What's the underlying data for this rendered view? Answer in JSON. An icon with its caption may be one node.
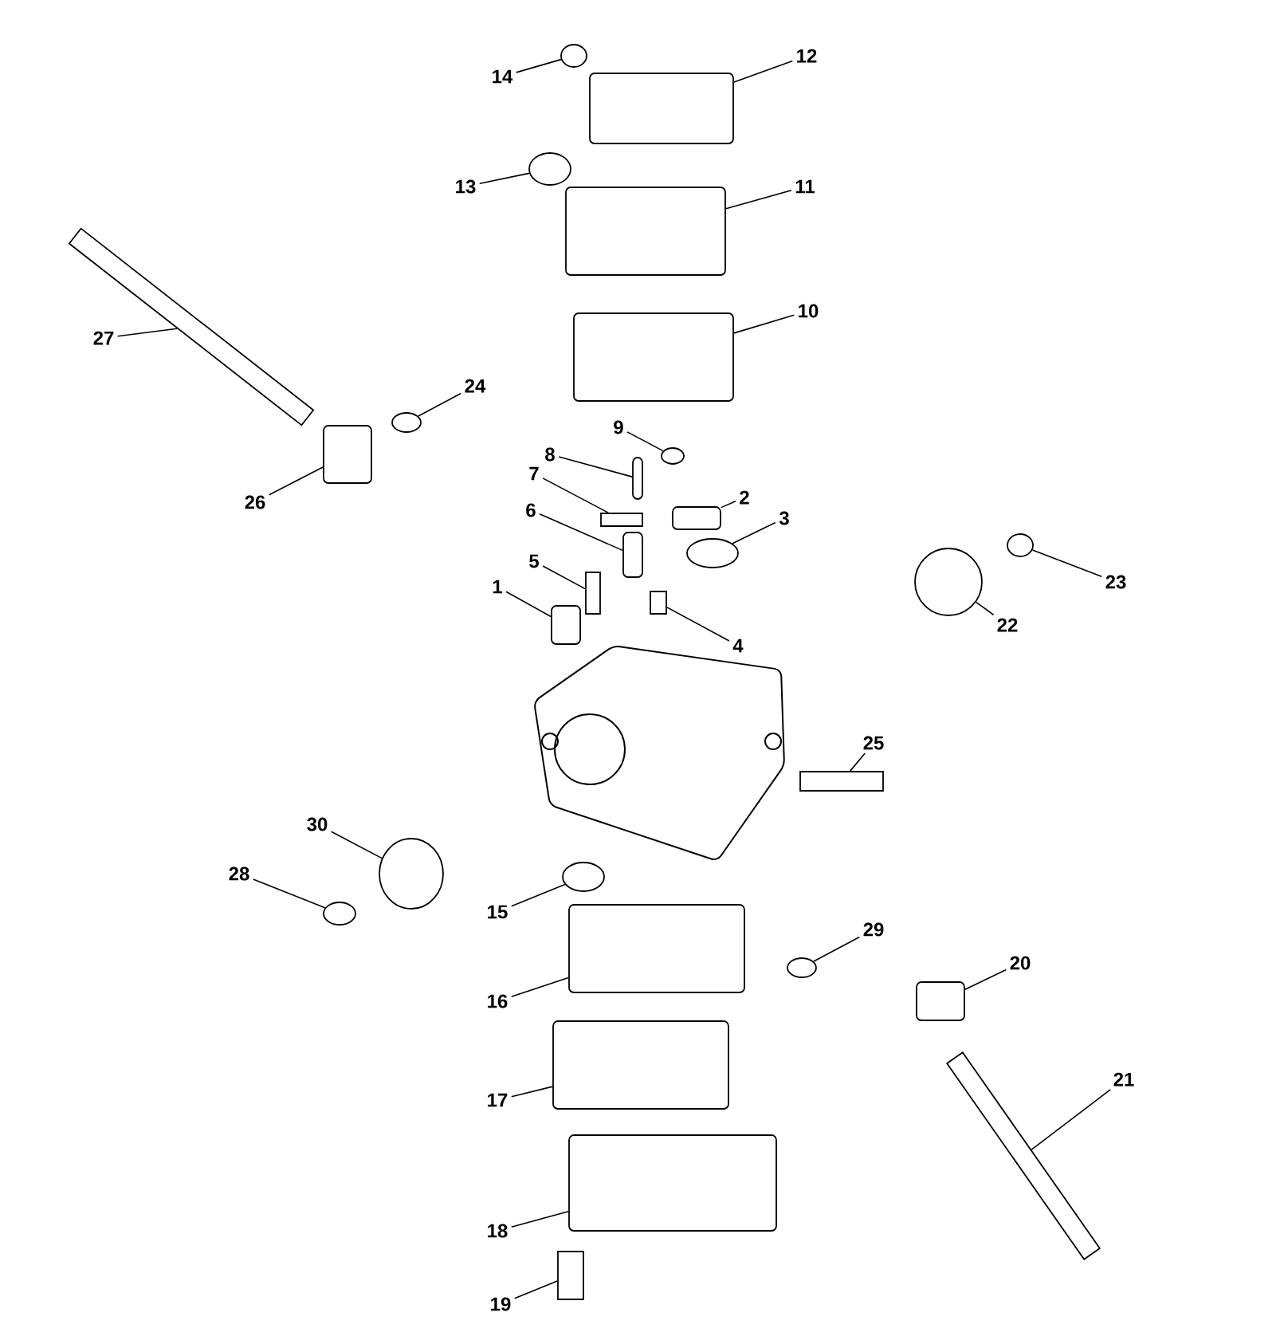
{
  "diagram": {
    "nodes": [
      {
        "text": [
          "1"
        ]
      },
      {
        "text": [
          "2"
        ]
      },
      {
        "text": [
          "3"
        ]
      },
      {
        "text": [
          "4"
        ]
      },
      {
        "text": [
          "5"
        ]
      },
      {
        "text": [
          "6"
        ]
      },
      {
        "text": [
          "7"
        ]
      },
      {
        "text": [
          "8"
        ]
      },
      {
        "text": [
          "9"
        ]
      },
      {
        "text": [
          "10"
        ]
      },
      {
        "text": [
          "11"
        ]
      },
      {
        "text": [
          "12"
        ]
      },
      {
        "text": [
          "13"
        ]
      },
      {
        "text": [
          "14"
        ]
      },
      {
        "text": [
          "15"
        ]
      },
      {
        "text": [
          "16"
        ]
      },
      {
        "text": [
          "17"
        ]
      },
      {
        "text": [
          "18"
        ]
      },
      {
        "text": [
          "19"
        ]
      },
      {
        "text": [
          "20"
        ]
      },
      {
        "text": [
          "21"
        ]
      },
      {
        "text": [
          "22"
        ]
      },
      {
        "text": [
          "23"
        ]
      },
      {
        "text": [
          "24"
        ]
      },
      {
        "text": [
          "25"
        ]
      },
      {
        "text": [
          "26"
        ]
      },
      {
        "text": [
          "27"
        ]
      },
      {
        "text": [
          "28"
        ]
      },
      {
        "text": [
          "29"
        ]
      },
      {
        "text": [
          "30"
        ]
      },
      {
        "text": [],
        "shape": "box"
      },
      {
        "text": [],
        "shape": "box"
      },
      {
        "text": [],
        "shape": "circle"
      },
      {
        "text": [],
        "shape": "box"
      },
      {
        "text": [],
        "shape": "box"
      },
      {
        "text": [],
        "shape": "box"
      },
      {
        "text": [],
        "shape": "box"
      },
      {
        "text": [],
        "shape": "box"
      },
      {
        "text": [],
        "shape": "circle"
      },
      {
        "text": [],
        "shape": "box"
      },
      {
        "text": [],
        "shape": "box"
      },
      {
        "text": [],
        "shape": "box"
      },
      {
        "text": [],
        "shape": "circle"
      },
      {
        "text": [],
        "shape": "circle"
      },
      {
        "text": [],
        "shape": "circle"
      },
      {
        "text": [],
        "shape": "box"
      },
      {
        "text": [],
        "shape": "box"
      },
      {
        "text": [],
        "shape": "box"
      },
      {
        "text": [],
        "shape": "box"
      },
      {
        "text": [],
        "shape": "box"
      },
      {
        "text": [],
        "shape": "box"
      },
      {
        "text": [],
        "shape": "circle"
      },
      {
        "text": [],
        "shape": "circle"
      },
      {
        "text": [],
        "shape": "circle"
      },
      {
        "text": [],
        "shape": "box"
      },
      {
        "text": [],
        "shape": "box"
      },
      {
        "text": [],
        "shape": "box"
      },
      {
        "text": [],
        "shape": "circle"
      },
      {
        "text": [],
        "shape": "circle"
      },
      {
        "text": [],
        "shape": "circle"
      }
    ],
    "edges": [
      {
        "from": 0,
        "to": 30,
        "arrow": "none"
      },
      {
        "from": 1,
        "to": 31,
        "arrow": "none"
      },
      {
        "from": 2,
        "to": 32,
        "arrow": "none"
      },
      {
        "from": 3,
        "to": 33,
        "arrow": "none"
      },
      {
        "from": 4,
        "to": 34,
        "arrow": "none"
      },
      {
        "from": 5,
        "to": 35,
        "arrow": "none"
      },
      {
        "from": 6,
        "to": 36,
        "arrow": "none"
      },
      {
        "from": 7,
        "to": 37,
        "arrow": "none"
      },
      {
        "from": 8,
        "to": 38,
        "arrow": "none"
      },
      {
        "from": 9,
        "to": 39,
        "arrow": "none"
      },
      {
        "from": 10,
        "to": 40,
        "arrow": "none"
      },
      {
        "from": 11,
        "to": 41,
        "arrow": "none"
      },
      {
        "from": 12,
        "to": 42,
        "arrow": "none"
      },
      {
        "from": 13,
        "to": 43,
        "arrow": "none"
      },
      {
        "from": 14,
        "to": 44,
        "arrow": "none"
      },
      {
        "from": 15,
        "to": 45,
        "arrow": "none"
      },
      {
        "from": 16,
        "to": 46,
        "arrow": "none"
      },
      {
        "from": 17,
        "to": 47,
        "arrow": "none"
      },
      {
        "from": 18,
        "to": 48,
        "arrow": "none"
      },
      {
        "from": 19,
        "to": 49,
        "arrow": "none"
      },
      {
        "from": 20,
        "to": 50,
        "arrow": "none"
      },
      {
        "from": 21,
        "to": 51,
        "arrow": "none"
      },
      {
        "from": 22,
        "to": 52,
        "arrow": "none"
      },
      {
        "from": 23,
        "to": 53,
        "arrow": "none"
      },
      {
        "from": 24,
        "to": 54,
        "arrow": "none"
      },
      {
        "from": 25,
        "to": 55,
        "arrow": "none"
      },
      {
        "from": 26,
        "to": 56,
        "arrow": "none"
      },
      {
        "from": 27,
        "to": 57,
        "arrow": "none"
      },
      {
        "from": 28,
        "to": 58,
        "arrow": "none"
      },
      {
        "from": 29,
        "to": 59,
        "arrow": "none"
      }
    ]
  }
}
